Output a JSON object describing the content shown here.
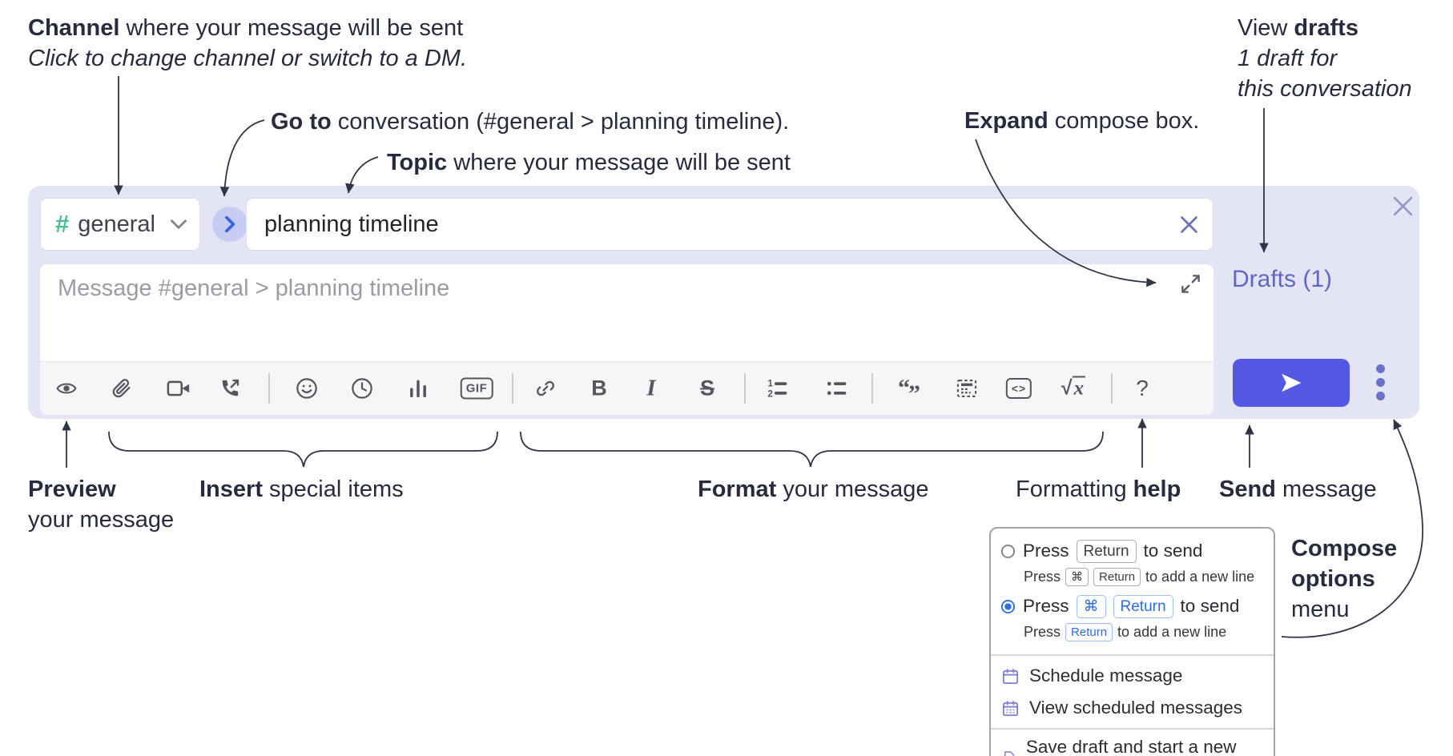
{
  "annotations": {
    "channel": {
      "bold": "Channel",
      "rest": " where your message will be sent",
      "sub": "Click to change channel or switch to a DM."
    },
    "go_to": {
      "bold": "Go to",
      "rest": " conversation (#general > planning timeline)."
    },
    "topic": {
      "bold": "Topic",
      "rest": " where your message will be sent"
    },
    "expand": {
      "bold": "Expand",
      "rest": " compose box."
    },
    "view_drafts": {
      "pre": "View ",
      "bold": "drafts",
      "sub1": "1 draft for",
      "sub2": "this conversation"
    },
    "preview": {
      "bold": "Preview",
      "sub": "your message"
    },
    "insert": {
      "bold": "Insert",
      "rest": " special items"
    },
    "format": {
      "bold": "Format",
      "rest": " your message"
    },
    "help": {
      "pre": "Formatting ",
      "bold": "help"
    },
    "send": {
      "bold": "Send",
      "rest": " message"
    },
    "compose_options": {
      "line1": "Compose",
      "line2": "options",
      "line3": "menu"
    }
  },
  "compose": {
    "channel_hash": "#",
    "channel_name": "general",
    "topic_value": "planning timeline",
    "message_placeholder": "Message #general > planning timeline",
    "drafts_link": "Drafts (1)"
  },
  "toolbar": {
    "gif": "GIF",
    "bold": "B",
    "italic": "I",
    "strike": "S",
    "ol1": "1",
    "ol2": "2",
    "quote_open": "“",
    "quote_close": "”",
    "code": "<>",
    "math_root": "√",
    "math_var": "x",
    "help": "?"
  },
  "popup": {
    "options": [
      {
        "selected": false,
        "main": {
          "pre": "Press",
          "kbds": [
            "Return"
          ],
          "post": "to send"
        },
        "sub": {
          "pre": "Press",
          "kbds": [
            "⌘",
            "Return"
          ],
          "post": "to add a new line"
        }
      },
      {
        "selected": true,
        "main": {
          "pre": "Press",
          "kbds": [
            "⌘",
            "Return"
          ],
          "post": "to send"
        },
        "sub": {
          "pre": "Press",
          "kbds": [
            "Return"
          ],
          "post": "to add a new line"
        }
      }
    ],
    "menu_items": [
      "Schedule message",
      "View scheduled messages",
      "Save draft and start a new message"
    ]
  },
  "colors": {
    "panel_bg": "#e3e5f4",
    "send_button": "#5457e2",
    "drafts_link": "#6066c1",
    "hash_green": "#4abe8c",
    "goto_circle_bg": "#c7ccf3",
    "goto_chevron": "#3f63e0",
    "kbd_blue": "#2d6ce0",
    "radio_selected": "#2e6fe0",
    "toolbar_icon": "#54565c",
    "menu_icon_purple": "#7d81d2",
    "annotation_text": "#262b3e"
  }
}
